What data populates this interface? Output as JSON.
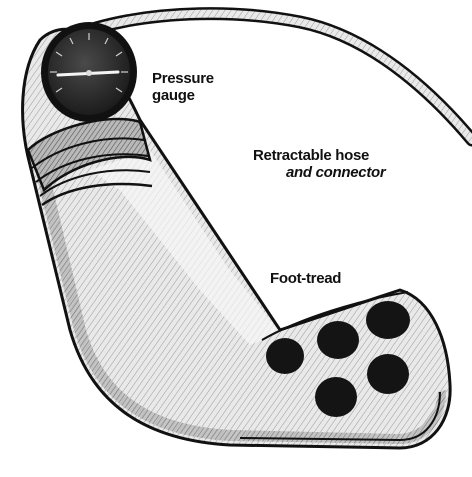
{
  "labels": {
    "pressure_gauge": [
      "Pressure",
      "gauge"
    ],
    "hose": [
      "Retractable hose",
      "and connector"
    ],
    "foot_tread": "Foot-tread"
  },
  "colors": {
    "ink": "#111111",
    "body_fill": "#e6e6e6",
    "shade": "#8a8a8a",
    "highlight": "#f7f7f7",
    "gauge_face": "#2a2a2a",
    "tread_pad": "#141414",
    "background": "#ffffff"
  },
  "icons": {
    "gauge": "pressure-gauge-dial",
    "tread_pads": "foot-tread-pad"
  }
}
